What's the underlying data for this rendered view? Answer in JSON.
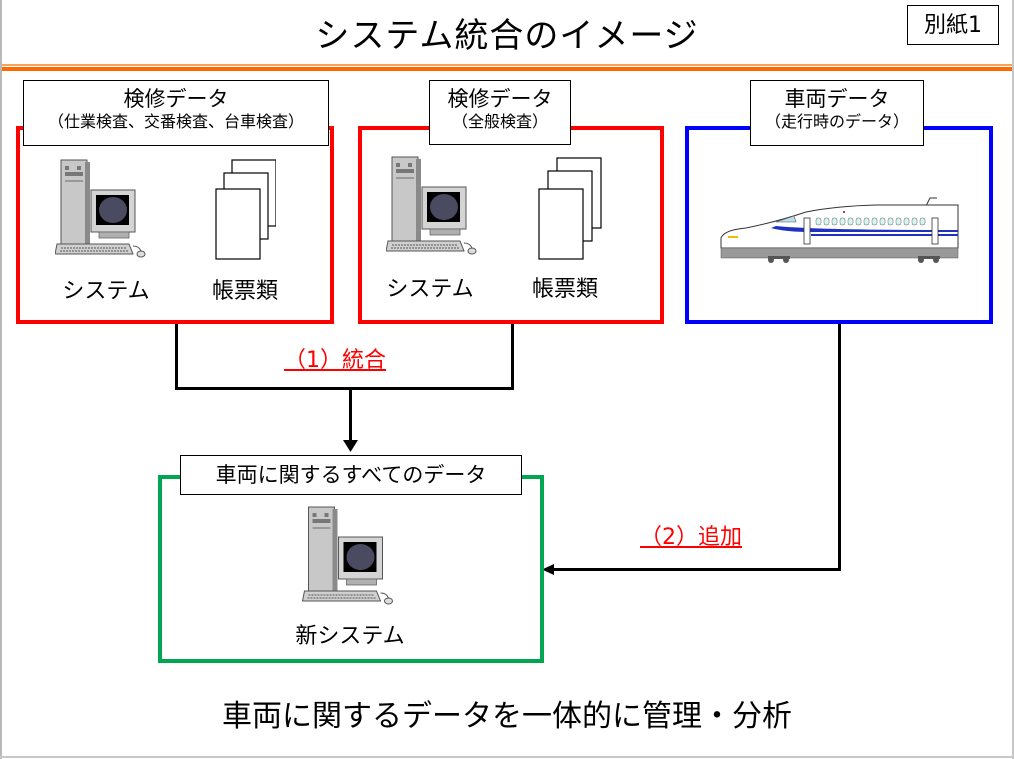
{
  "header": {
    "title": "システム統合のイメージ",
    "appendix_label": "別紙1"
  },
  "sources": [
    {
      "title": "検修データ",
      "subtitle": "（仕業検査、交番検査、台車検査）",
      "items": [
        "システム",
        "帳票類"
      ],
      "color": "#ff0000"
    },
    {
      "title": "検修データ",
      "subtitle": "（全般検査）",
      "items": [
        "システム",
        "帳票類"
      ],
      "color": "#ff0000"
    },
    {
      "title": "車両データ",
      "subtitle": "（走行時のデータ）",
      "color": "#0000ff"
    }
  ],
  "flows": {
    "integrate_label": "（1）統合",
    "add_label": "（2）追加"
  },
  "target": {
    "title": "車両に関するすべてのデータ",
    "item": "新システム",
    "color": "#00a650"
  },
  "footer": {
    "summary": "車両に関するデータを一体的に管理・分析"
  }
}
